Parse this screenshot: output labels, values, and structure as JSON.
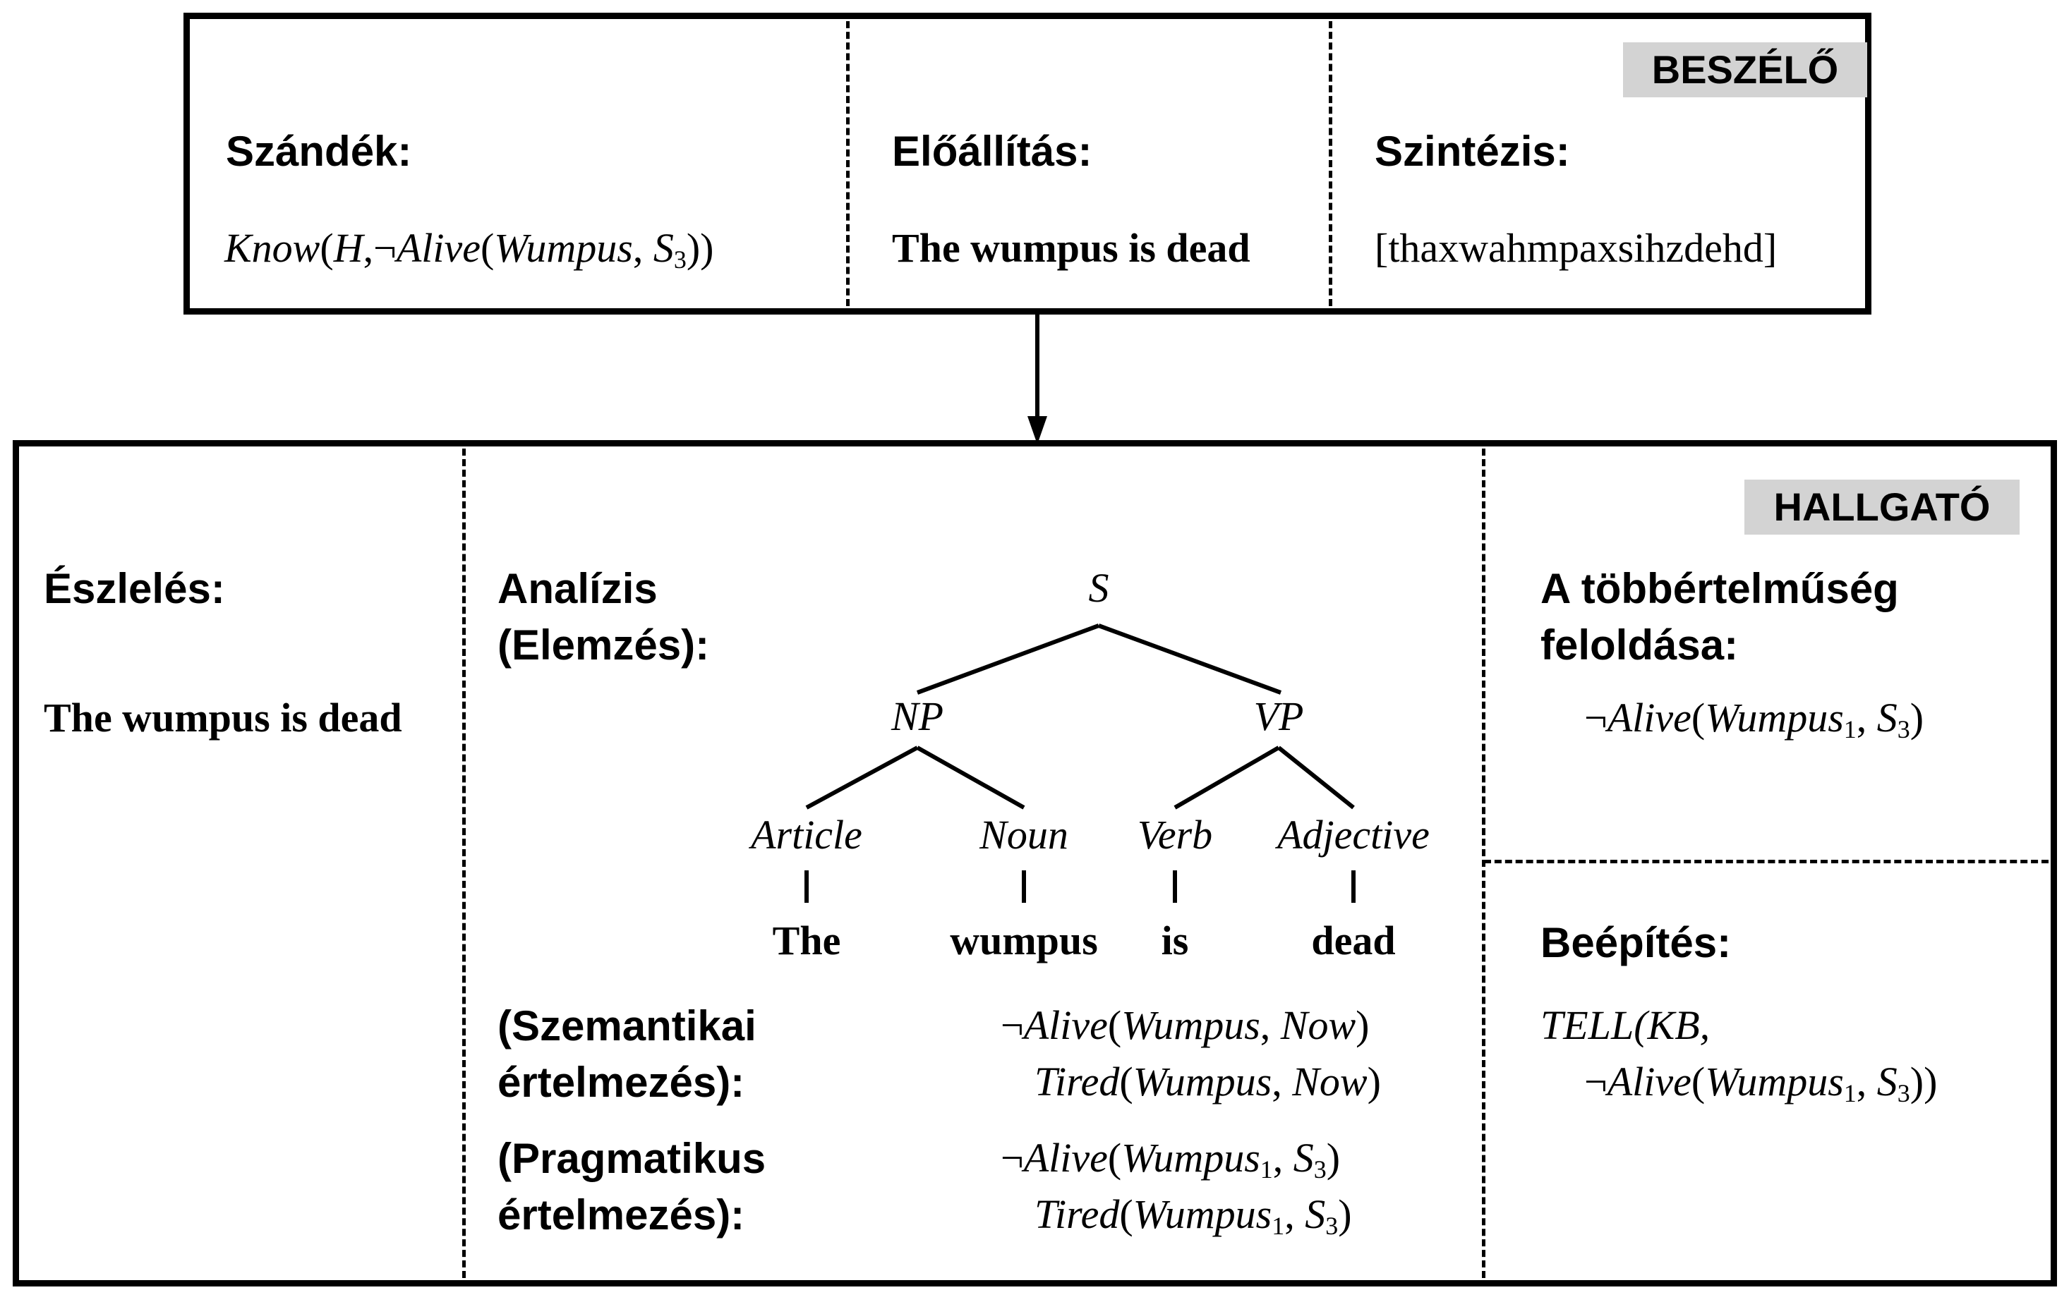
{
  "speaker": {
    "badge": "BESZÉLŐ",
    "intent": {
      "heading": "Szándék:",
      "expr_fn": "Know",
      "expr_arg1": "H",
      "expr_neg": "¬",
      "expr_pred": "Alive",
      "expr_obj": "Wumpus",
      "expr_sit": "S",
      "expr_sit_sub": "3"
    },
    "generation": {
      "heading": "Előállítás:",
      "text": "The wumpus is dead"
    },
    "synthesis": {
      "heading": "Szintézis:",
      "text": "[thaxwahmpaxsihzdehd]"
    }
  },
  "listener": {
    "badge": "HALLGATÓ",
    "perception": {
      "heading": "Észlelés:",
      "text": "The wumpus is dead"
    },
    "analysis": {
      "heading_line1": "Analízis",
      "heading_line2": "(Elemzés):",
      "tree": {
        "root": "S",
        "np": "NP",
        "vp": "VP",
        "article": "Article",
        "noun": "Noun",
        "verb": "Verb",
        "adjective": "Adjective",
        "word_the": "The",
        "word_wumpus": "wumpus",
        "word_is": "is",
        "word_dead": "dead"
      }
    },
    "semantic": {
      "heading_line1": "(Szemantikai",
      "heading_line2": "értelmezés):",
      "line1": {
        "neg": "¬",
        "pred": "Alive",
        "obj": "Wumpus",
        "time": "Now"
      },
      "line2": {
        "pred": "Tired",
        "obj": "Wumpus",
        "time": "Now"
      }
    },
    "pragmatic": {
      "heading_line1": "(Pragmatikus",
      "heading_line2": "értelmezés):",
      "line1": {
        "neg": "¬",
        "pred": "Alive",
        "obj": "Wumpus",
        "obj_sub": "1",
        "sit": "S",
        "sit_sub": "3"
      },
      "line2": {
        "pred": "Tired",
        "obj": "Wumpus",
        "obj_sub": "1",
        "sit": "S",
        "sit_sub": "3"
      }
    },
    "disambiguation": {
      "heading_line1": "A többértelműség",
      "heading_line2": "feloldása:",
      "expr": {
        "neg": "¬",
        "pred": "Alive",
        "obj": "Wumpus",
        "obj_sub": "1",
        "sit": "S",
        "sit_sub": "3"
      }
    },
    "incorporation": {
      "heading": "Beépítés:",
      "line1": {
        "fn": "TELL",
        "kb": "KB,"
      },
      "line2": {
        "neg": "¬",
        "pred": "Alive",
        "obj": "Wumpus",
        "obj_sub": "1",
        "sit": "S",
        "sit_sub": "3"
      }
    }
  }
}
